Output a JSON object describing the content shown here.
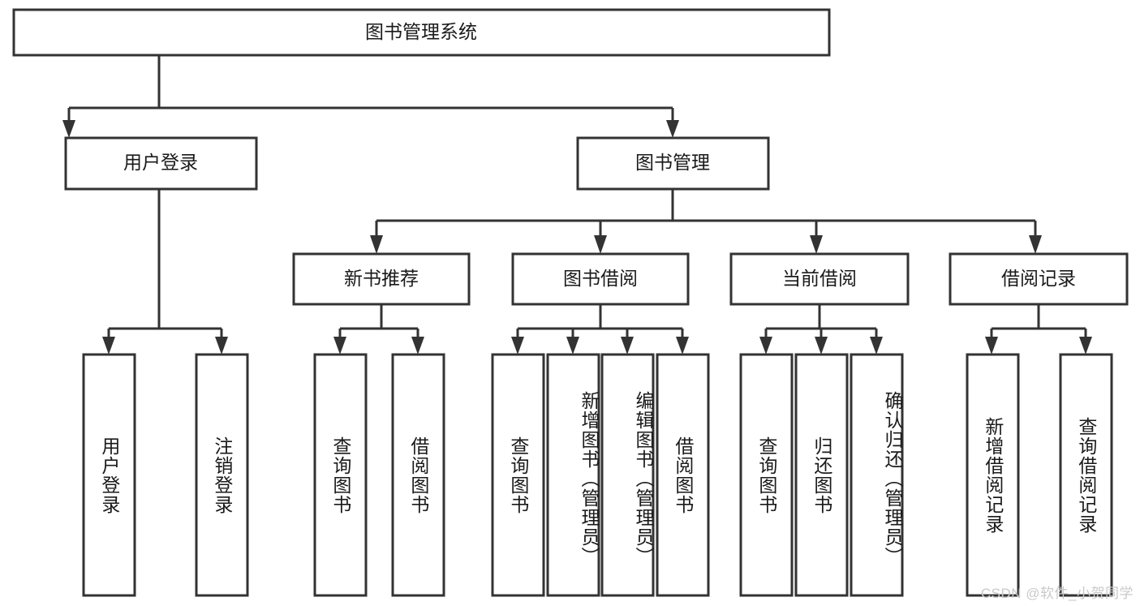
{
  "diagram": {
    "title": "图书管理系统",
    "type": "hierarchy-tree",
    "watermark": "CSDN @软件_小贺同学",
    "colors": {
      "stroke": "#333333",
      "fill": "#ffffff",
      "text": "#1a1a1a",
      "watermark": "#c9c9c9"
    },
    "levels": {
      "root": {
        "label": "图书管理系统",
        "orientation": "horizontal"
      },
      "level2": [
        {
          "label": "用户登录",
          "orientation": "horizontal"
        },
        {
          "label": "图书管理",
          "orientation": "horizontal"
        }
      ],
      "level3": [
        {
          "label": "新书推荐",
          "orientation": "horizontal"
        },
        {
          "label": "图书借阅",
          "orientation": "horizontal"
        },
        {
          "label": "当前借阅",
          "orientation": "horizontal"
        },
        {
          "label": "借阅记录",
          "orientation": "horizontal"
        }
      ],
      "leaves": [
        {
          "label": "用户登录",
          "parent": "用户登录",
          "orientation": "vertical"
        },
        {
          "label": "注销登录",
          "parent": "用户登录",
          "orientation": "vertical"
        },
        {
          "label": "查询图书",
          "parent": "新书推荐",
          "orientation": "vertical"
        },
        {
          "label": "借阅图书",
          "parent": "新书推荐",
          "orientation": "vertical"
        },
        {
          "label": "查询图书",
          "parent": "图书借阅",
          "orientation": "vertical"
        },
        {
          "label": "新增图书（管理员）",
          "parent": "图书借阅",
          "orientation": "vertical"
        },
        {
          "label": "编辑图书（管理员）",
          "parent": "图书借阅",
          "orientation": "vertical"
        },
        {
          "label": "借阅图书",
          "parent": "图书借阅",
          "orientation": "vertical"
        },
        {
          "label": "查询图书",
          "parent": "当前借阅",
          "orientation": "vertical"
        },
        {
          "label": "归还图书",
          "parent": "当前借阅",
          "orientation": "vertical"
        },
        {
          "label": "确认归还（管理员）",
          "parent": "当前借阅",
          "orientation": "vertical"
        },
        {
          "label": "新增借阅记录",
          "parent": "借阅记录",
          "orientation": "vertical"
        },
        {
          "label": "查询借阅记录",
          "parent": "借阅记录",
          "orientation": "vertical"
        }
      ]
    }
  }
}
